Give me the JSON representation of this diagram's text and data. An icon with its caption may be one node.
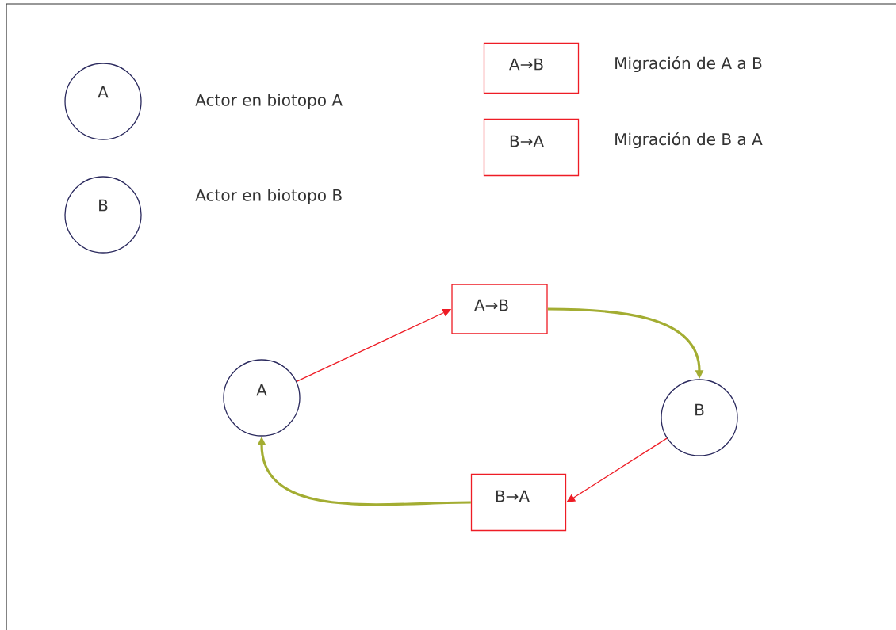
{
  "diagram": {
    "nodes": [
      {
        "text": [
          "A"
        ],
        "beside": [
          "Actor en biotopo A"
        ]
      },
      {
        "text": [
          "B"
        ],
        "beside": [
          "Actor en biotopo B"
        ]
      },
      {
        "text": [
          "A→B"
        ],
        "beside": [
          "Migración de A a B"
        ]
      },
      {
        "text": [
          "B→A"
        ],
        "beside": [
          "Migración de B a A"
        ]
      },
      {
        "text": [
          "A→B"
        ]
      },
      {
        "text": [
          "A"
        ]
      },
      {
        "text": [
          "B"
        ]
      },
      {
        "text": [
          "B→A"
        ]
      }
    ],
    "edges": [
      {
        "from": 5,
        "to": 4,
        "arrow": "to",
        "color": "#ee1c25"
      },
      {
        "from": 4,
        "to": 6,
        "arrow": "to",
        "color": "#a3ad32",
        "style": "thick"
      },
      {
        "from": 6,
        "to": 7,
        "arrow": "to",
        "color": "#ee1c25"
      },
      {
        "from": 7,
        "to": 5,
        "arrow": "to",
        "color": "#a3ad32",
        "style": "thick"
      }
    ]
  }
}
